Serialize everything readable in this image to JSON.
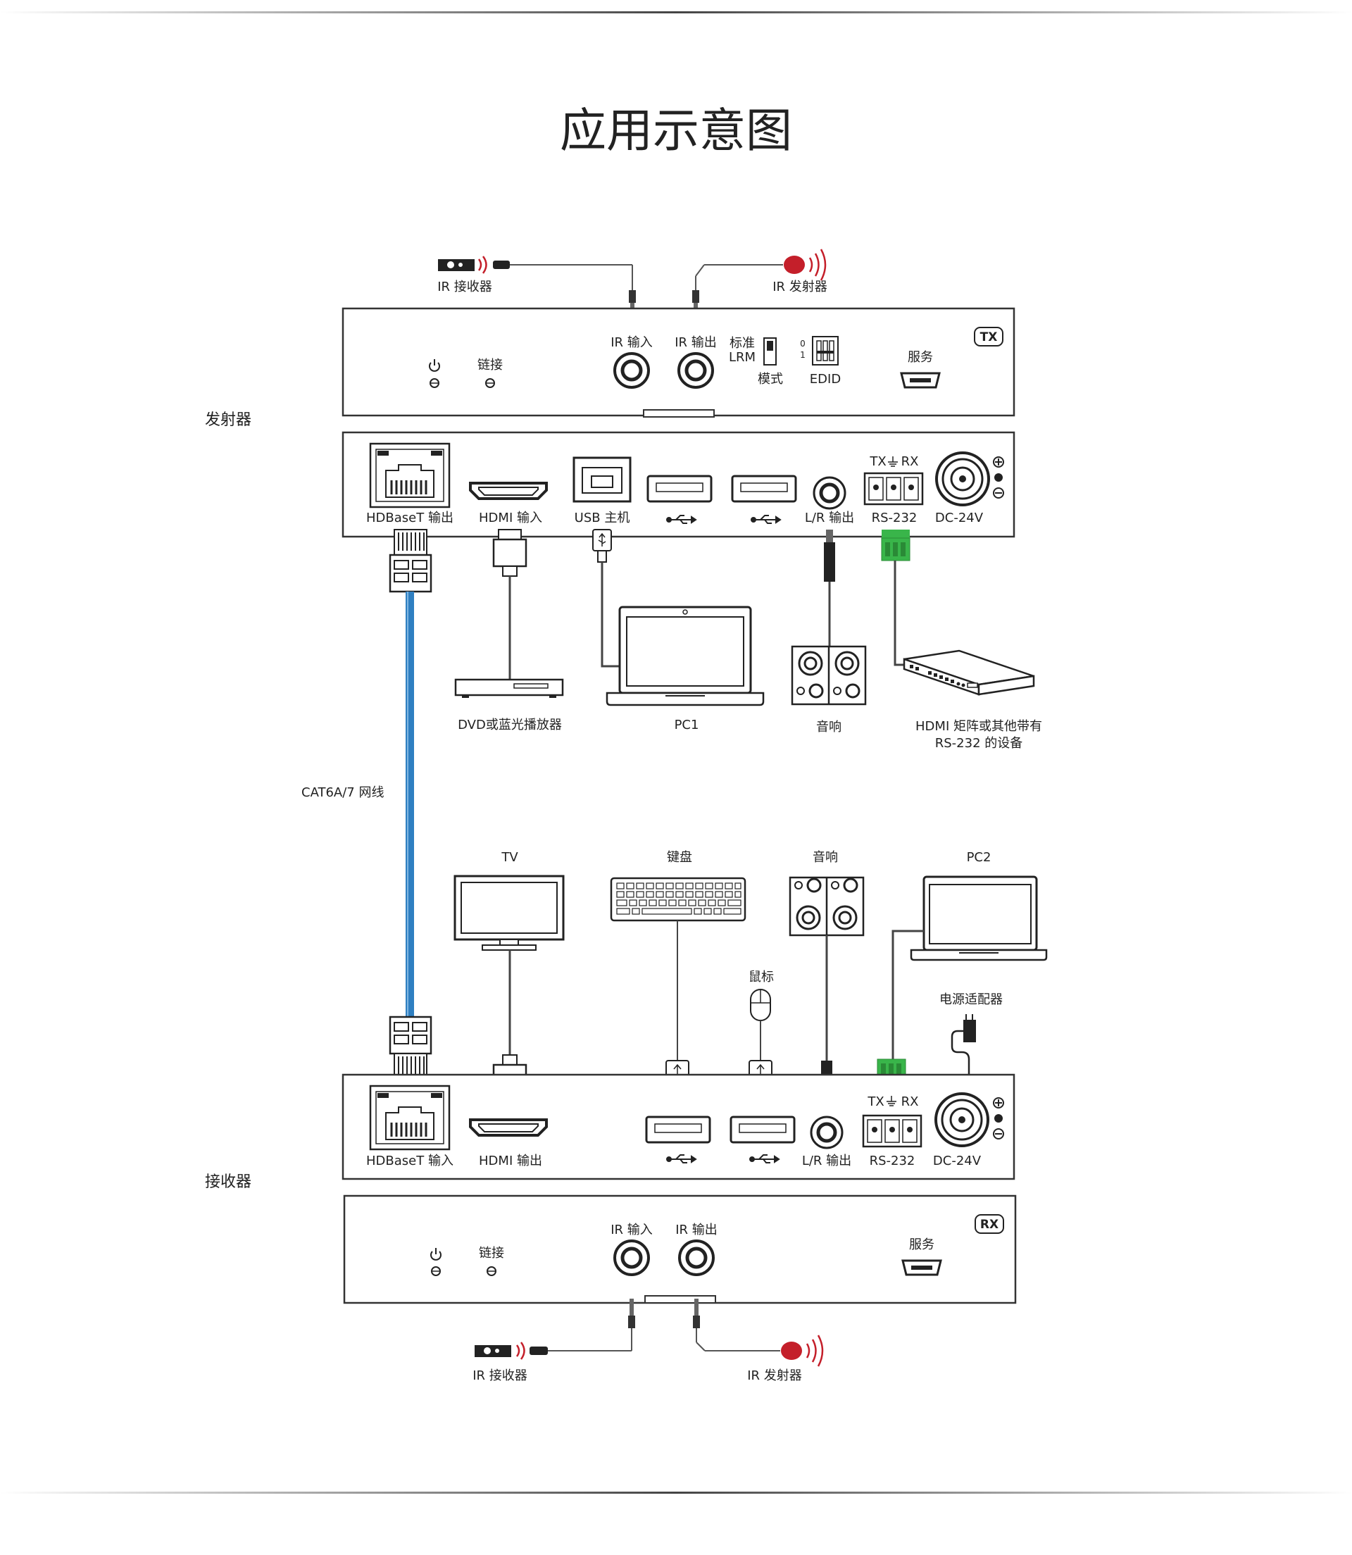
{
  "title": "应用示意图",
  "sides": {
    "transmitter": "发射器",
    "receiver": "接收器"
  },
  "cable": "CAT6A/7 网线",
  "tx_front": {
    "badge": "TX",
    "ir_in": "IR 输入",
    "ir_out": "IR 输出",
    "mode_std": "标准",
    "mode_lrm": "LRM",
    "mode": "模式",
    "dip_0": "0",
    "dip_1": "1",
    "edid": "EDID",
    "link": "链接",
    "service": "服务"
  },
  "tx_rear": {
    "hdbaset": "HDBaseT 输出",
    "hdmi": "HDMI 输入",
    "usb": "USB 主机",
    "lr": "L/R 输出",
    "rs232": "RS-232",
    "dc": "DC-24V",
    "tx": "TX",
    "rx": "RX",
    "rj_yellow": "Yellow",
    "rj_green": "Green"
  },
  "tx_ir": {
    "receiver": "IR 接收器",
    "emitter": "IR 发射器"
  },
  "tx_devices": {
    "dvd": "DVD或蓝光播放器",
    "pc1": "PC1",
    "speaker": "音响",
    "matrix_line1": "HDMI 矩阵或其他带有",
    "matrix_line2": "RS-232 的设备"
  },
  "rx_devices": {
    "tv": "TV",
    "keyboard": "键盘",
    "speaker": "音响",
    "pc2": "PC2",
    "mouse": "鼠标",
    "power": "电源适配器"
  },
  "rx_rear": {
    "hdbaset": "HDBaseT 输入",
    "hdmi": "HDMI 输出",
    "lr": "L/R 输出",
    "rs232": "RS-232",
    "dc": "DC-24V",
    "tx": "TX",
    "rx": "RX",
    "rj_yellow": "Yellow",
    "rj_green": "Green"
  },
  "rx_front": {
    "badge": "RX",
    "ir_in": "IR 输入",
    "ir_out": "IR 输出",
    "link": "链接",
    "service": "服务"
  },
  "rx_ir": {
    "receiver": "IR 接收器",
    "emitter": "IR 发射器"
  },
  "colors": {
    "cat_cable": "#2f7fc1",
    "terminal": "#39b54a",
    "ir_led": "#c41f2a",
    "ir_wave": "#c41f2a"
  }
}
